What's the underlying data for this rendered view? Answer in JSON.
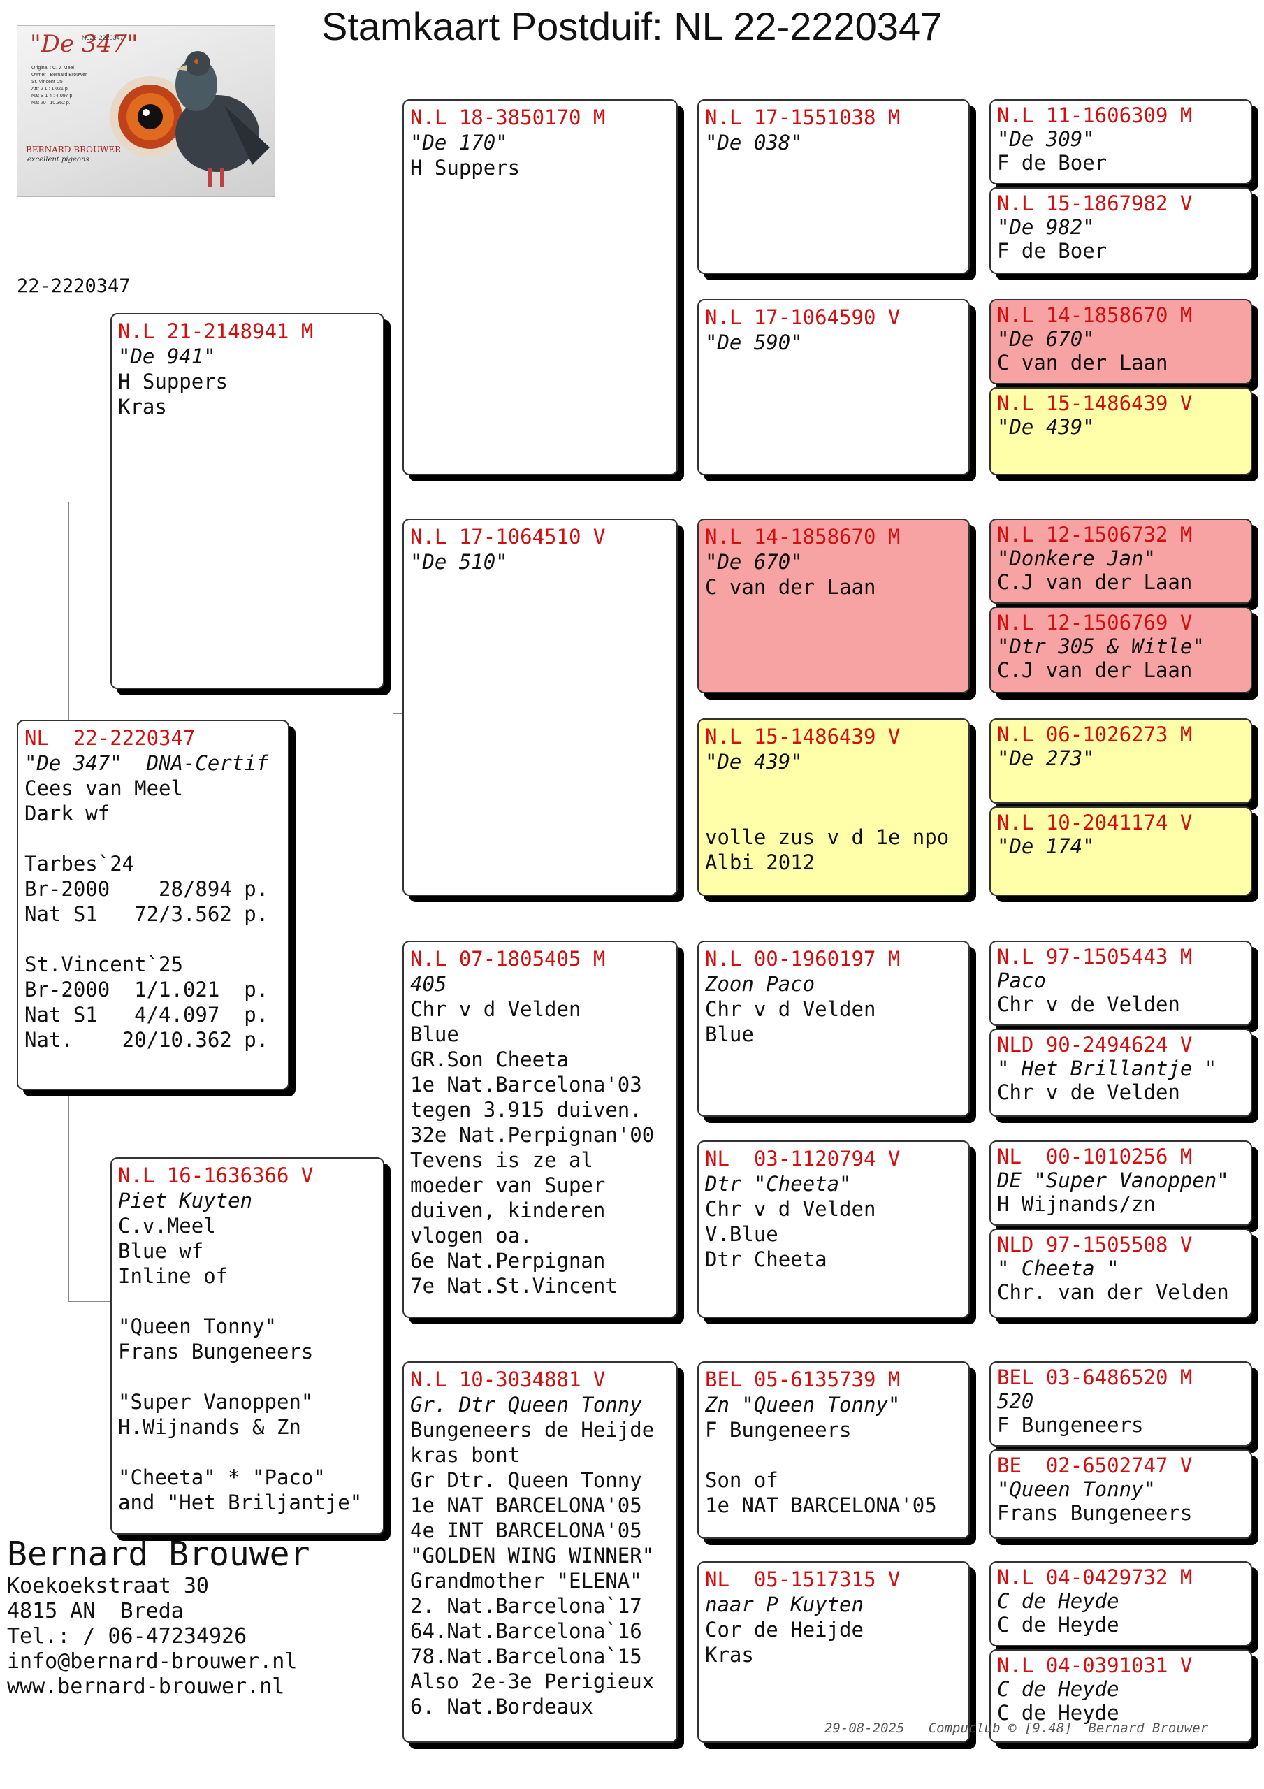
{
  "page_title": "Stamkaart Postduif: NL  22-2220347",
  "ring_top": "22-2220347",
  "thumbnail": {
    "name": "\"De 347\"",
    "ring": "NL22-2220347",
    "info": [
      "Original : C. v. Meel",
      "Owner : Bernard Brouwer",
      "St. Vincent '25",
      "Attr 2  1 : 1.021 p.",
      "Nat S 1 4 : 4.097 p.",
      "Nat  20 : 10.362 p."
    ],
    "brand": "BERNARD BROUWER",
    "script": "excellent pigeons"
  },
  "subject": {
    "ring": "NL  22-2220347",
    "name": "\"De 347\"  DNA-Certif",
    "breeder": "Cees van Meel",
    "lines": [
      "Dark wf",
      "",
      "Tarbes`24",
      "Br-2000    28/894 p.",
      "Nat S1   72/3.562 p.",
      "",
      "St.Vincent`25",
      "Br-2000  1/1.021  p.",
      "Nat S1   4/4.097  p.",
      "Nat.    20/10.362 p."
    ]
  },
  "father": {
    "ring": "N.L 21-2148941 M",
    "name": "\"De 941\"",
    "breeder": "H Suppers",
    "lines": [
      "Kras"
    ]
  },
  "mother": {
    "ring": "N.L 16-1636366 V",
    "name": "Piet Kuyten",
    "breeder": "C.v.Meel",
    "lines": [
      "Blue wf",
      "Inline of",
      "",
      "\"Queen Tonny\"",
      "Frans Bungeneers",
      "",
      "\"Super Vanoppen\"",
      "H.Wijnands & Zn",
      "",
      "\"Cheeta\" * \"Paco\"",
      "and \"Het Briljantje\""
    ]
  },
  "gen2": [
    {
      "ring": "N.L 18-3850170 M",
      "name": "\"De 170\"",
      "breeder": "H Suppers",
      "lines": []
    },
    {
      "ring": "N.L 17-1064510 V",
      "name": "\"De 510\"",
      "breeder": "",
      "lines": []
    },
    {
      "ring": "N.L 07-1805405 M",
      "name": "405",
      "breeder": "Chr v d Velden",
      "lines": [
        "Blue",
        "GR.Son Cheeta",
        "1e Nat.Barcelona'03",
        "tegen 3.915 duiven.",
        "32e Nat.Perpignan'00",
        "Tevens is ze al",
        "moeder van Super",
        "duiven, kinderen",
        "vlogen oa.",
        "6e Nat.Perpignan",
        "7e Nat.St.Vincent"
      ]
    },
    {
      "ring": "N.L 10-3034881 V",
      "name": "Gr. Dtr Queen Tonny",
      "breeder": "Bungeneers de Heijde",
      "lines": [
        "kras bont",
        "Gr Dtr. Queen Tonny",
        "1e NAT BARCELONA'05",
        "4e INT BARCELONA'05",
        "\"GOLDEN WING WINNER\"",
        "Grandmother \"ELENA\"",
        "2. Nat.Barcelona`17",
        "64.Nat.Barcelona`16",
        "78.Nat.Barcelona`15",
        "Also 2e-3e Perigieux",
        "6. Nat.Bordeaux"
      ]
    }
  ],
  "gen3": [
    {
      "ring": "N.L 17-1551038 M",
      "name": "\"De 038\"",
      "breeder": "",
      "lines": []
    },
    {
      "ring": "N.L 17-1064590 V",
      "name": "\"De 590\"",
      "breeder": "",
      "lines": []
    },
    {
      "ring": "N.L 14-1858670 M",
      "name": "\"De 670\"",
      "breeder": "C van der Laan",
      "lines": []
    },
    {
      "ring": "N.L 15-1486439 V",
      "name": "\"De 439\"",
      "breeder": "",
      "lines": [
        "",
        "",
        "volle zus v d 1e npo",
        "Albi 2012"
      ]
    },
    {
      "ring": "N.L 00-1960197 M",
      "name": "Zoon Paco",
      "breeder": "Chr v d Velden",
      "lines": [
        "Blue"
      ]
    },
    {
      "ring": "NL  03-1120794 V",
      "name": "Dtr \"Cheeta\"",
      "breeder": "Chr v d Velden",
      "lines": [
        "V.Blue",
        "Dtr Cheeta"
      ]
    },
    {
      "ring": "BEL 05-6135739 M",
      "name": "Zn \"Queen Tonny\"",
      "breeder": "F Bungeneers",
      "lines": [
        "",
        "Son of",
        "1e NAT BARCELONA'05"
      ]
    },
    {
      "ring": "NL  05-1517315 V",
      "name": "naar P Kuyten",
      "breeder": "Cor de Heijde",
      "lines": [
        "Kras"
      ]
    }
  ],
  "gen4": [
    {
      "ring": "N.L 11-1606309 M",
      "name": "\"De 309\"",
      "breeder": "F de Boer"
    },
    {
      "ring": "N.L 15-1867982 V",
      "name": "\"De 982\"",
      "breeder": "F de Boer"
    },
    {
      "ring": "N.L 14-1858670 M",
      "name": "\"De 670\"",
      "breeder": "C van der Laan"
    },
    {
      "ring": "N.L 15-1486439 V",
      "name": "\"De 439\"",
      "breeder": ""
    },
    {
      "ring": "N.L 12-1506732 M",
      "name": "\"Donkere Jan\"",
      "breeder": "C.J van der Laan"
    },
    {
      "ring": "N.L 12-1506769 V",
      "name": "\"Dtr 305 & Witle\"",
      "breeder": "C.J van der Laan"
    },
    {
      "ring": "N.L 06-1026273 M",
      "name": "\"De 273\"",
      "breeder": ""
    },
    {
      "ring": "N.L 10-2041174 V",
      "name": "\"De 174\"",
      "breeder": ""
    },
    {
      "ring": "N.L 97-1505443 M",
      "name": "Paco",
      "breeder": "Chr v de Velden"
    },
    {
      "ring": "NLD 90-2494624 V",
      "name": "\" Het Brillantje \"",
      "breeder": "Chr v de Velden"
    },
    {
      "ring": "NL  00-1010256 M",
      "name": "DE \"Super Vanoppen\"",
      "breeder": "H Wijnands/zn"
    },
    {
      "ring": "NLD 97-1505508 V",
      "name": "\" Cheeta \"",
      "breeder": "Chr. van der Velden"
    },
    {
      "ring": "BEL 03-6486520 M",
      "name": "520",
      "breeder": "F Bungeneers"
    },
    {
      "ring": "BE  02-6502747 V",
      "name": "\"Queen Tonny\"",
      "breeder": "Frans Bungeneers"
    },
    {
      "ring": "N.L 04-0429732 M",
      "name": "C de Heyde",
      "breeder": "C de Heyde"
    },
    {
      "ring": "N.L 04-0391031 V",
      "name": "C de Heyde",
      "breeder": "C de Heyde"
    }
  ],
  "address": {
    "name": "Bernard Brouwer",
    "lines": [
      "Koekoekstraat 30",
      "4815 AN  Breda",
      "Tel.: / 06-47234926",
      "info@bernard-brouwer.nl",
      "www.bernard-brouwer.nl"
    ]
  },
  "footer": "29-08-2025   Compuclub © [9.48]  Bernard Brouwer"
}
